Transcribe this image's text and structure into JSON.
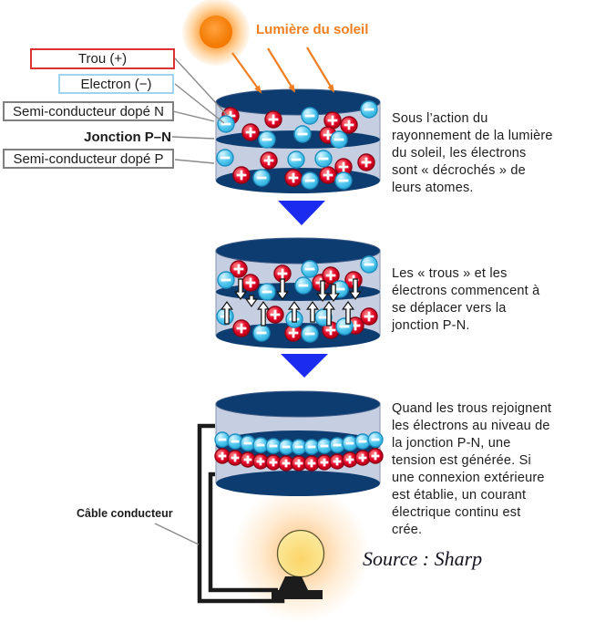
{
  "figure": {
    "sun_label": "Lumière du soleil",
    "cable_label": "Câble conducteur",
    "source_credit": "Source : Sharp",
    "legend": {
      "trou": "Trou (+)",
      "electron": "Electron (−)",
      "semi_n": "Semi-conducteur dopé N",
      "jonction": "Jonction P–N",
      "semi_p": "Semi-conducteur dopé P"
    },
    "steps": [
      {
        "text": "Sous l’action du\nrayonnement de la lumière\ndu soleil, les électrons\nsont « décrochés » de\nleurs atomes."
      },
      {
        "text": "Les « trous » et les\nélectrons commencent à\nse déplacer vers la\njonction P-N."
      },
      {
        "text": "Quand les trous rejoignent\nles électrons au niveau de\nla jonction P-N, une\ntension est générée. Si\nune connexion extérieure\nest établie, un courant\nélectrique continu est\ncrée."
      }
    ],
    "icons": {
      "sun": "sun-icon",
      "sunlight_arrows": "sunlight-ray-arrow-icon",
      "flow_arrow": "blue-down-triangle-icon",
      "hole": "hole-plus-particle-icon",
      "electron": "electron-minus-particle-icon",
      "bulb": "light-bulb-icon"
    },
    "colors": {
      "navy": "#0d3c70",
      "cell_body": "#c6cfe2",
      "hole_red": "#d80020",
      "electron_blue": "#4ec6ee",
      "flow_arrow_blue": "#1b2cf0",
      "sun_orange": "#f27a02",
      "caption_orange": "#ef7f22",
      "wire_black": "#1b1b1b",
      "bulb_yellow": "#fae087"
    },
    "particles": {
      "stage1": {
        "plus": [
          [
            25,
            37
          ],
          [
            72,
            41
          ],
          [
            137,
            42
          ],
          [
            47,
            55
          ],
          [
            155,
            47
          ],
          [
            132,
            58
          ],
          [
            67,
            86
          ],
          [
            149,
            93
          ],
          [
            174,
            88
          ],
          [
            37,
            102
          ],
          [
            94,
            105
          ],
          [
            132,
            102
          ]
        ],
        "minus": [
          [
            112,
            37
          ],
          [
            177,
            30
          ],
          [
            20,
            46
          ],
          [
            65,
            63
          ],
          [
            104,
            57
          ],
          [
            144,
            63
          ],
          [
            19,
            83
          ],
          [
            97,
            85
          ],
          [
            127,
            84
          ],
          [
            59,
            105
          ],
          [
            112,
            108
          ],
          [
            149,
            108
          ]
        ]
      },
      "stage2": {
        "plus": [
          [
            34,
            37
          ],
          [
            47,
            52
          ],
          [
            82,
            42
          ],
          [
            124,
            52
          ],
          [
            135,
            44
          ],
          [
            160,
            49
          ],
          [
            74,
            87
          ],
          [
            177,
            89
          ],
          [
            37,
            102
          ],
          [
            94,
            107
          ],
          [
            135,
            104
          ],
          [
            162,
            99
          ]
        ],
        "minus": [
          [
            20,
            49
          ],
          [
            112,
            37
          ],
          [
            145,
            59
          ],
          [
            177,
            32
          ],
          [
            65,
            62
          ],
          [
            105,
            55
          ],
          [
            19,
            89
          ],
          [
            95,
            92
          ],
          [
            127,
            90
          ],
          [
            59,
            107
          ],
          [
            112,
            108
          ],
          [
            150,
            100
          ]
        ],
        "down_arrows": [
          [
            36,
            70,
            22
          ],
          [
            82,
            70,
            22
          ],
          [
            126,
            72,
            22
          ],
          [
            138,
            72,
            18
          ],
          [
            162,
            70,
            22
          ],
          [
            48,
            78,
            12
          ]
        ],
        "up_arrows": [
          [
            21,
            73,
            24
          ],
          [
            61,
            73,
            26
          ],
          [
            95,
            73,
            22
          ],
          [
            115,
            73,
            22
          ],
          [
            133,
            73,
            26
          ],
          [
            154,
            73,
            24
          ]
        ]
      },
      "stage3": {
        "electrons": [
          [
            16,
            57
          ],
          [
            30,
            59
          ],
          [
            44,
            61
          ],
          [
            58,
            63
          ],
          [
            72,
            64
          ],
          [
            86,
            65
          ],
          [
            100,
            65
          ],
          [
            114,
            65
          ],
          [
            128,
            64
          ],
          [
            142,
            63
          ],
          [
            156,
            61
          ],
          [
            170,
            59
          ],
          [
            184,
            57
          ]
        ],
        "trous": [
          [
            16,
            75
          ],
          [
            30,
            77
          ],
          [
            44,
            79
          ],
          [
            58,
            81
          ],
          [
            72,
            82
          ],
          [
            86,
            83
          ],
          [
            100,
            83
          ],
          [
            114,
            83
          ],
          [
            128,
            82
          ],
          [
            142,
            81
          ],
          [
            156,
            79
          ],
          [
            170,
            77
          ],
          [
            184,
            75
          ]
        ]
      }
    }
  }
}
